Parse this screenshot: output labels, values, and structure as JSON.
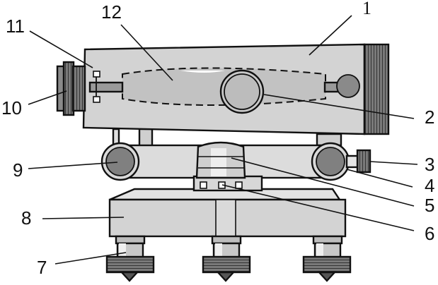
{
  "diagram": {
    "colors": {
      "body_fill": "#d3d3d3",
      "light_fill": "#e6e6e6",
      "dark_fill": "#7f7f7f",
      "knurl_fill": "#555555",
      "stroke": "#111111",
      "background": "#ffffff"
    },
    "labels": [
      {
        "id": "1",
        "text": "1"
      },
      {
        "id": "2",
        "text": "2"
      },
      {
        "id": "3",
        "text": "3"
      },
      {
        "id": "4",
        "text": "4"
      },
      {
        "id": "5",
        "text": "5"
      },
      {
        "id": "6",
        "text": "6"
      },
      {
        "id": "7",
        "text": "7"
      },
      {
        "id": "8",
        "text": "8"
      },
      {
        "id": "9",
        "text": "9"
      },
      {
        "id": "10",
        "text": "10"
      },
      {
        "id": "11",
        "text": "11"
      },
      {
        "id": "12",
        "text": "12"
      }
    ]
  }
}
